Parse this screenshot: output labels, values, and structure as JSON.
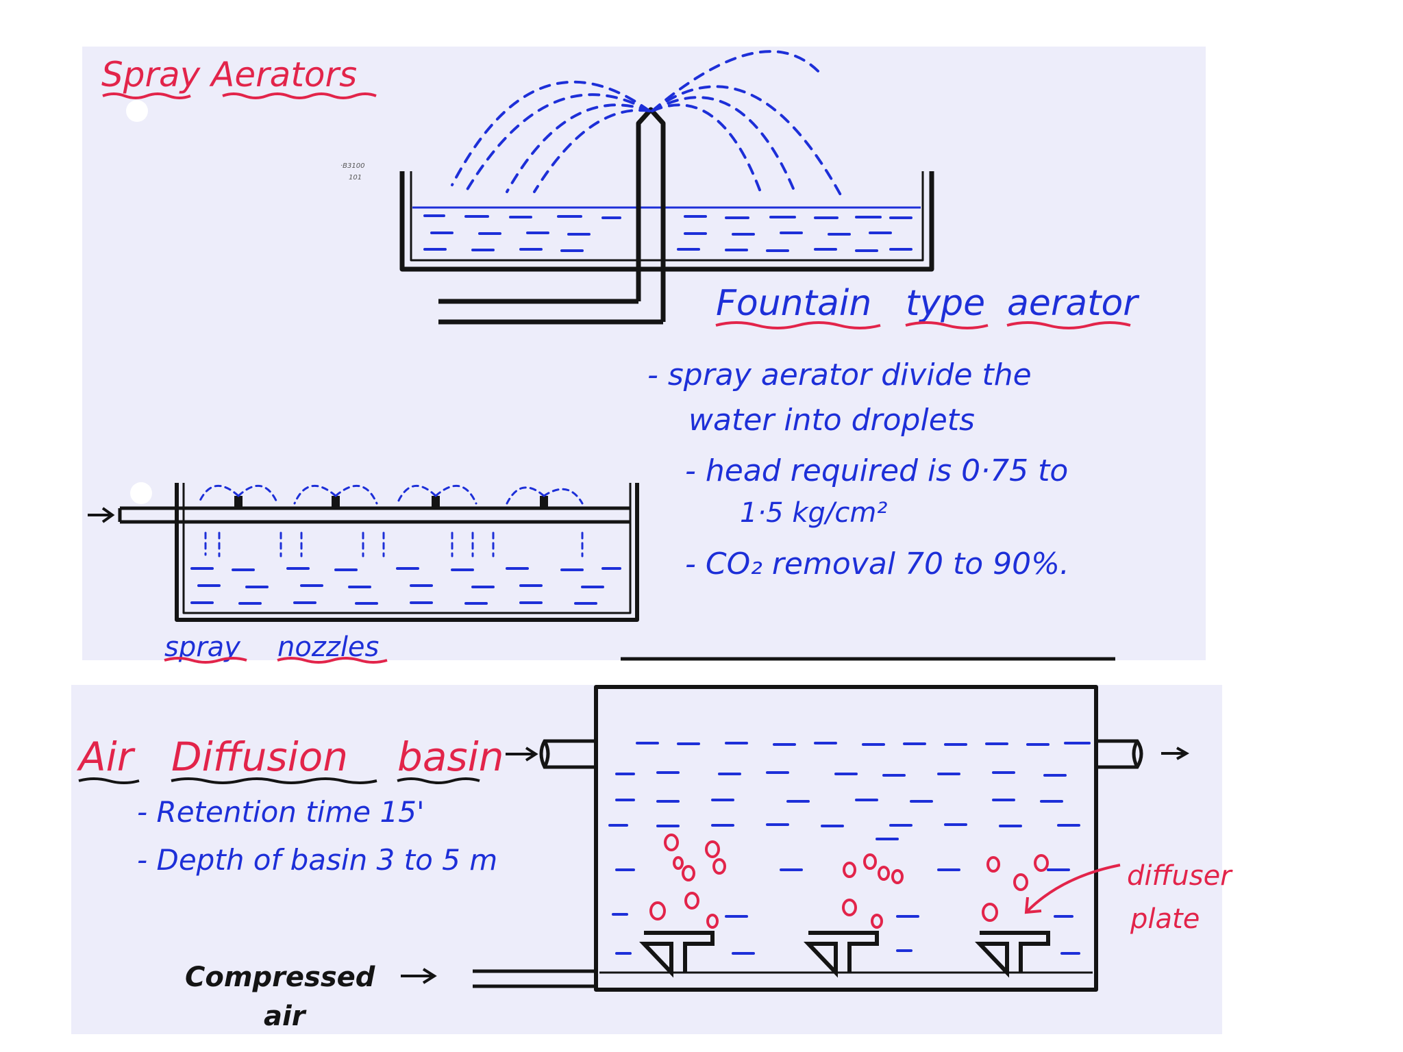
{
  "colors": {
    "ink_black": "#141414",
    "ink_blue": "#1d2fd8",
    "ink_red": "#e2244a",
    "paper": "#ededfa",
    "background": "#ffffff"
  },
  "top_panel": {
    "title": "Spray Aerators",
    "small_text_1": "·B3100",
    "small_text_2": "101",
    "fountain_label": {
      "w1": "Fountain",
      "w2": "type",
      "w3": "aerator"
    },
    "notes": {
      "n1_line1": "- spray aerator divide the",
      "n1_line2": "water into droplets",
      "n2_line1": "- head required is 0·75 to",
      "n2_line2": "1·5 kg/cm²",
      "n3": "- CO₂ removal 70 to 90%."
    },
    "spray_label": {
      "w1": "spray",
      "w2": "nozzles"
    }
  },
  "bottom_panel": {
    "title": {
      "w1": "Air",
      "w2": "Diffusion",
      "w3": "basin"
    },
    "notes": {
      "n1": "- Retention time 15'",
      "n2": "- Depth of basin 3 to 5 m"
    },
    "diffuser_label": {
      "line1": "diffuser",
      "line2": "plate"
    },
    "compressed_air": {
      "line1": "Compressed",
      "line2": "air"
    }
  }
}
